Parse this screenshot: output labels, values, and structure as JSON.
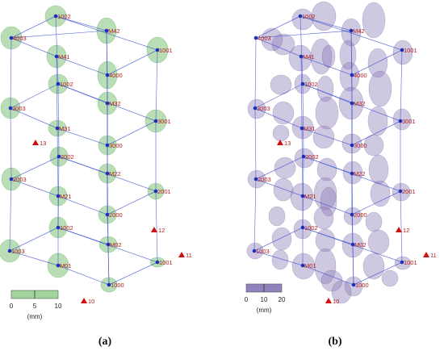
{
  "panels": [
    {
      "caption": "(a)",
      "node_labels": [
        "4003",
        "1002",
        "M42",
        "1001",
        "M41",
        "4000",
        "1002",
        "M32",
        "3003",
        "3001",
        "M31",
        "3000",
        "13",
        "2002",
        "2003",
        "M22",
        "2001",
        "M21",
        "2000",
        "12",
        "1003",
        "1002",
        "M02",
        "1001",
        "11",
        "M01",
        "1000",
        "10"
      ],
      "scale_ticks": [
        "0",
        "5",
        "10"
      ],
      "scale_unit": "(mm)",
      "colors": {
        "ellipse_fill": "#7fc37a",
        "ellipse_stroke": "#5aa656",
        "scale_bar": "#8fcf8a"
      }
    },
    {
      "caption": "(b)",
      "node_labels": [
        "4003",
        "1002",
        "M42",
        "1001",
        "M41",
        "4000",
        "1002",
        "M32",
        "3003",
        "3001",
        "M31",
        "3000",
        "13",
        "2002",
        "2003",
        "M22",
        "2001",
        "M21",
        "2000",
        "12",
        "1003",
        "1002",
        "M02",
        "1001",
        "11",
        "M01",
        "1000",
        "10"
      ],
      "scale_ticks": [
        "0",
        "10",
        "20"
      ],
      "scale_unit": "(mm)",
      "colors": {
        "ellipse_fill": "#8c7bb8",
        "ellipse_stroke": "#6f5f9e",
        "scale_bar": "#7d6cb0"
      }
    }
  ],
  "colors": {
    "edge": "#3a4fd0",
    "node": "#1b2fb8",
    "label": "#b02020",
    "marker": "#d01010"
  }
}
